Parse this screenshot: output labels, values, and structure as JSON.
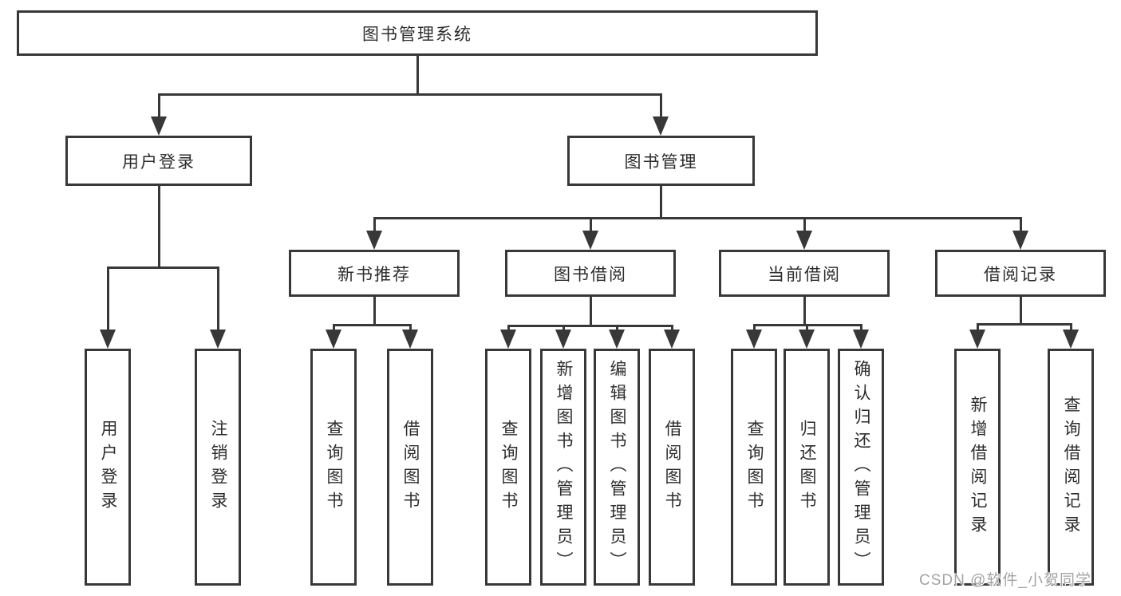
{
  "page": {
    "background_color": "#ffffff",
    "line_color": "#383838",
    "text_color": "#2d2d2d"
  },
  "diagram": {
    "root": {
      "label": "图书管理系统"
    },
    "branches": [
      {
        "label": "用户登录",
        "leaves": [
          "用户登录",
          "注销登录"
        ]
      },
      {
        "label": "图书管理",
        "groups": [
          {
            "label": "新书推荐",
            "leaves": [
              "查询图书",
              "借阅图书"
            ]
          },
          {
            "label": "图书借阅",
            "leaves": [
              "查询图书",
              "新增图书（管理员）",
              "编辑图书（管理员）",
              "借阅图书"
            ]
          },
          {
            "label": "当前借阅",
            "leaves": [
              "查询图书",
              "归还图书",
              "确认归还（管理员）"
            ]
          },
          {
            "label": "借阅记录",
            "leaves": [
              "新增借阅记录",
              "查询借阅记录"
            ]
          }
        ]
      }
    ]
  },
  "watermark": {
    "text": "CSDN @软件_小贺同学",
    "color": "#a3a3a3"
  }
}
